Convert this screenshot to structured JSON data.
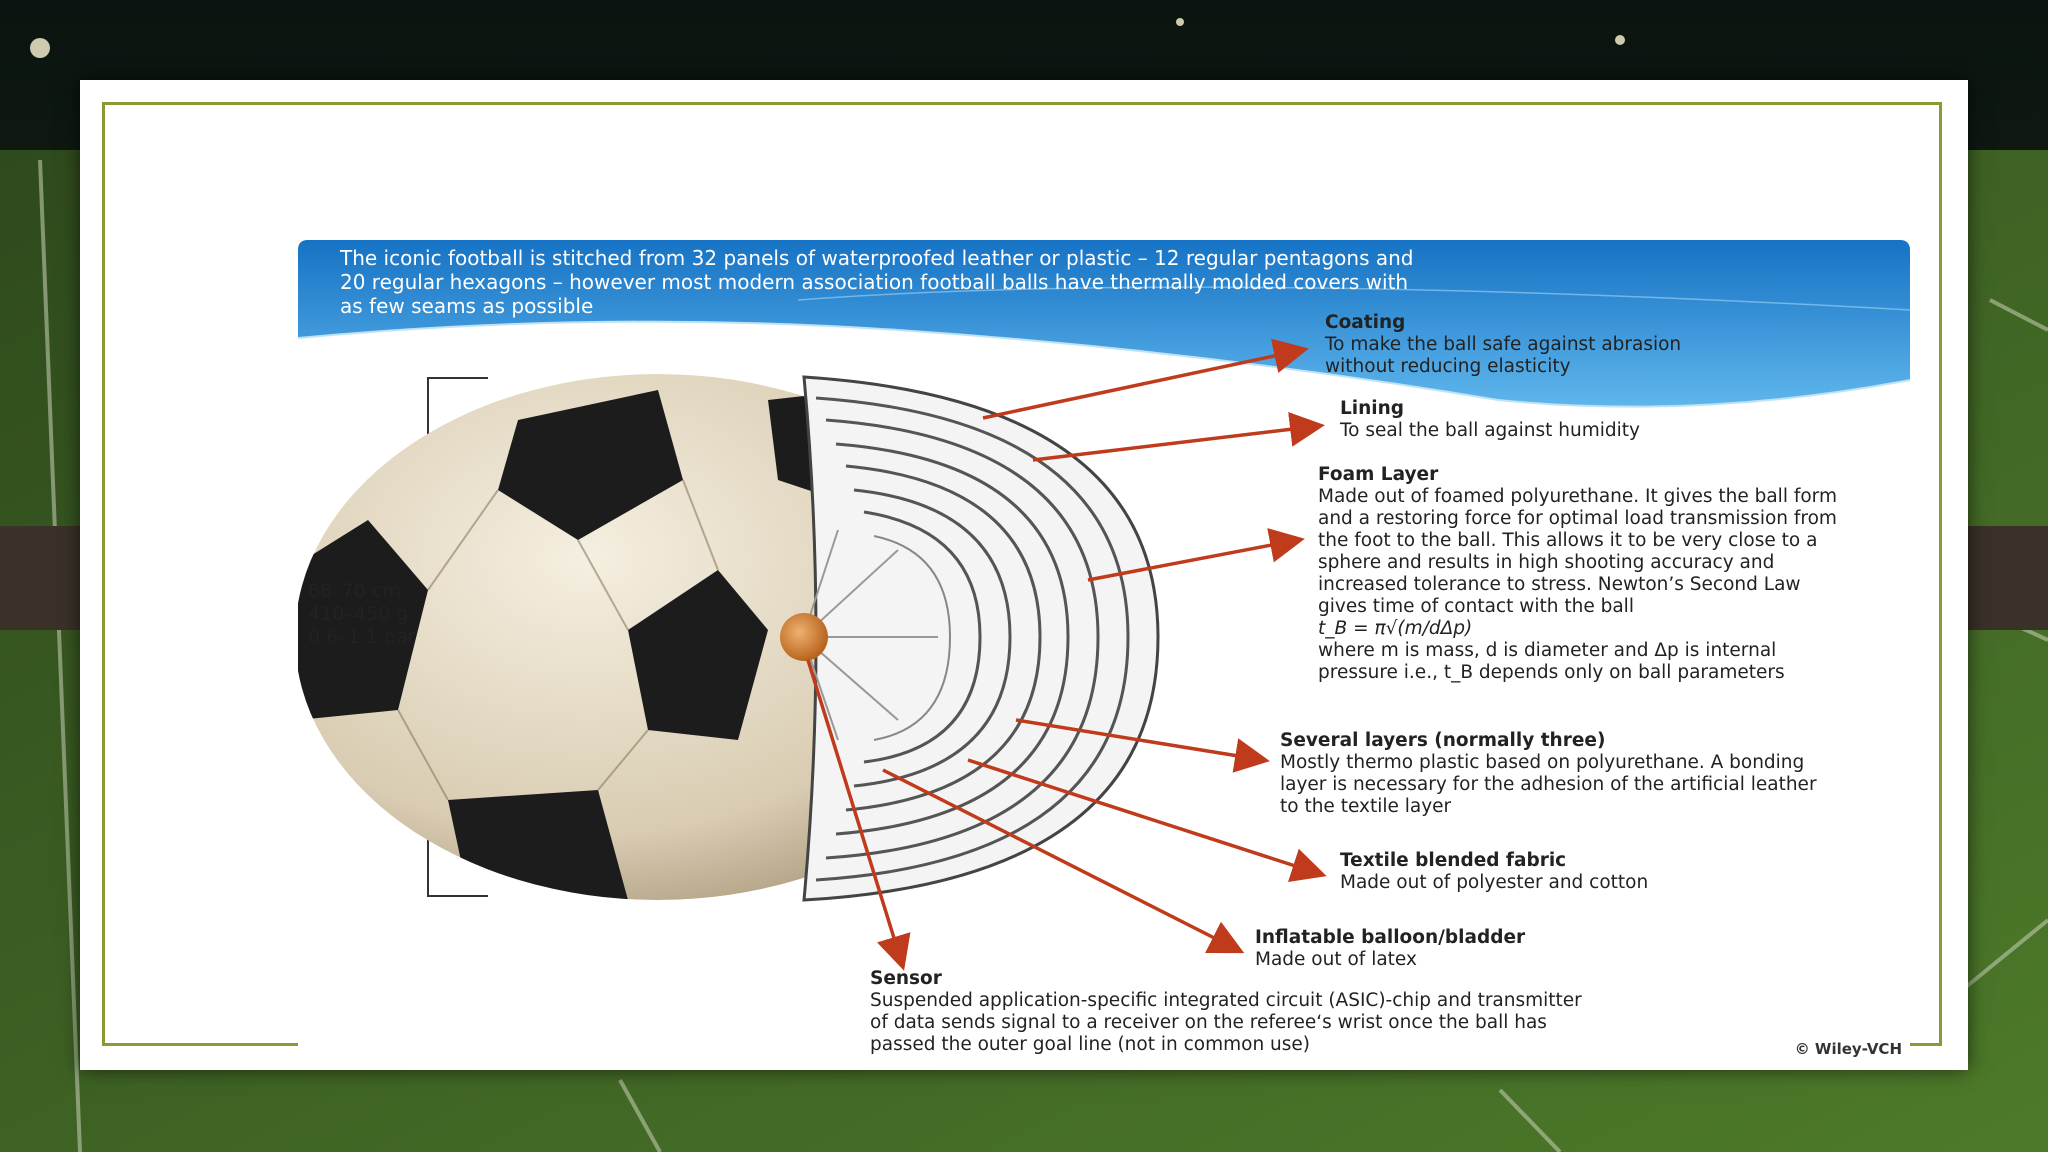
{
  "intro": "The iconic football is stitched from 32 panels of waterproofed leather or plastic – 12 regular pentagons and 20 regular hexagons – however most modern association football balls have thermally molded covers with as few seams as possible",
  "dimensions": [
    "68–70 cm",
    "410–450 g",
    "0.6–1.1 bar"
  ],
  "layers": {
    "coating": {
      "title": "Coating",
      "desc": "To make the ball safe against abrasion without reducing elasticity"
    },
    "lining": {
      "title": "Lining",
      "desc": "To seal the ball against humidity"
    },
    "foam": {
      "title": "Foam Layer",
      "desc": "Made out of foamed polyurethane. It gives the ball form and a restoring force for optimal load transmission from the foot to the ball. This allows it to be very close to a sphere and results in high shooting accuracy and increased tolerance to stress. Newton’s Second Law gives time of contact with the ball",
      "formula": "t_B = π√(m/dΔp)",
      "desc2": "where m is mass, d is diameter and Δp is internal pressure i.e., t_B depends only on ball parameters"
    },
    "several": {
      "title": "Several layers (normally three)",
      "desc": "Mostly thermo plastic based on polyurethane. A bonding layer is necessary for the adhesion of the artificial leather to the textile layer"
    },
    "textile": {
      "title": "Textile blended fabric",
      "desc": "Made out of polyester and cotton"
    },
    "bladder": {
      "title": "Inflatable balloon/bladder",
      "desc": "Made out of latex"
    },
    "sensor": {
      "title": "Sensor",
      "desc": "Suspended application-specific integrated circuit (ASIC)-chip and transmitter of data sends signal to a receiver on the referee‘s wrist once the ball has passed the outer goal line (not in common use)"
    }
  },
  "copyright": "© Wiley-VCH",
  "colors": {
    "arrow": "#c03a1c",
    "banner_top": "#1a7fd0",
    "frame": "#8a9a34"
  }
}
